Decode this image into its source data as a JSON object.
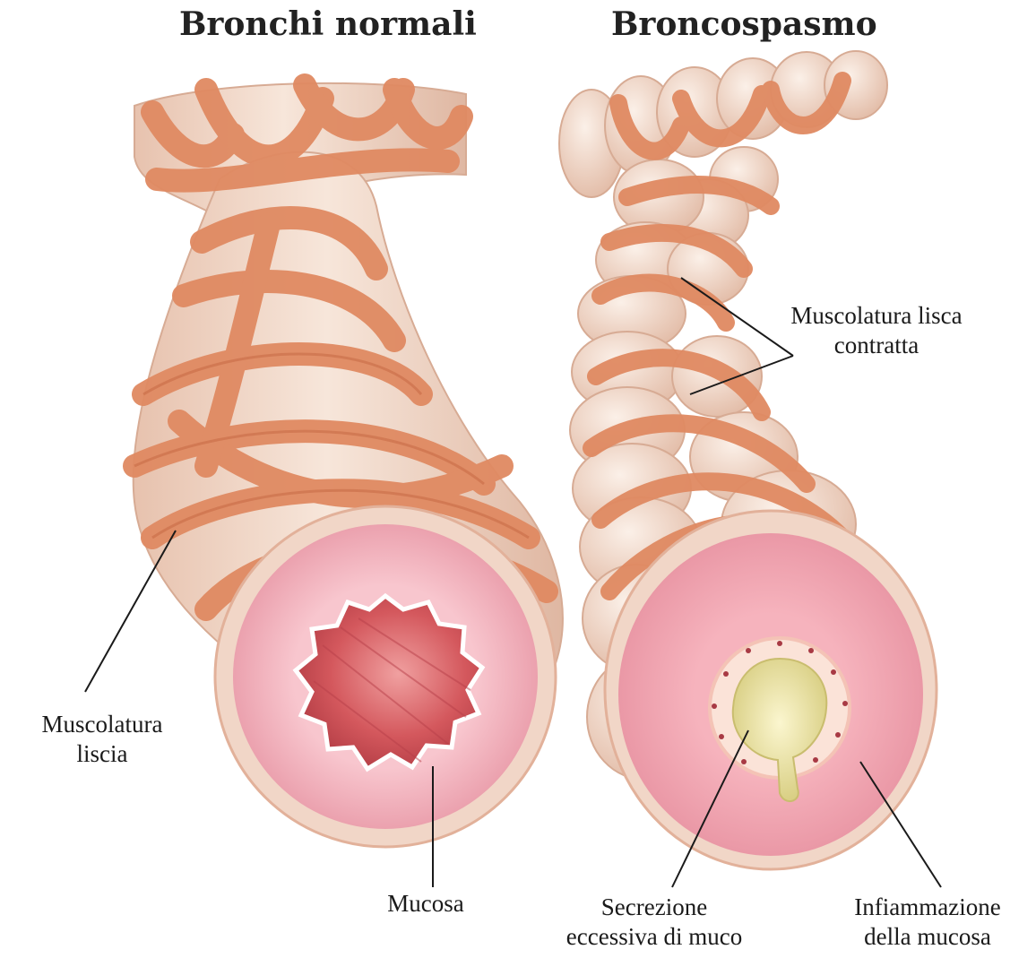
{
  "titles": {
    "normal": "Bronchi normali",
    "spasm": "Broncospasmo"
  },
  "labels": {
    "smooth_muscle": [
      "Muscolatura",
      "liscia"
    ],
    "mucosa": "Mucosa",
    "contracted_muscle": [
      "Muscolatura lisca",
      "contratta"
    ],
    "excess_mucus": [
      "Secrezione",
      "eccessiva di muco"
    ],
    "mucosa_inflammation": [
      "Infiammazione",
      "della mucosa"
    ]
  },
  "colors": {
    "muscle_band": "#e08a62",
    "muscle_band_dark": "#c76a45",
    "tube_cream": "#f3ddd0",
    "mucosa_pink": "#f3b9c2",
    "lumen_red": "#d65a5e",
    "mucus_yellow": "#eee6a8",
    "leader_line": "#1a1a1a"
  }
}
